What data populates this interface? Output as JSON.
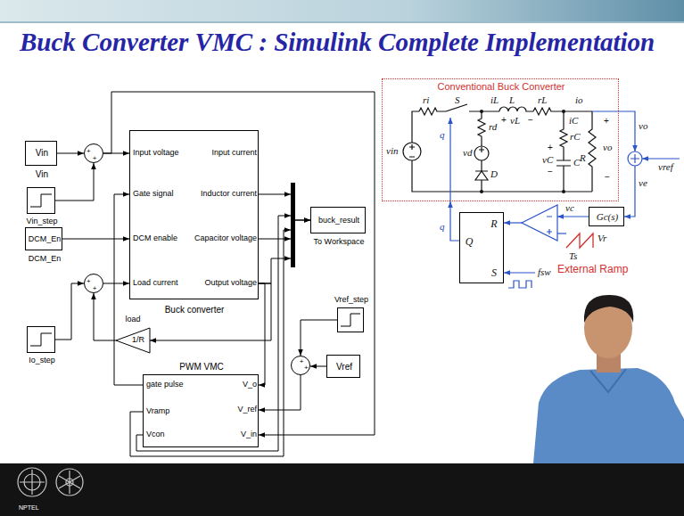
{
  "diagram": {
    "title": "Buck Converter VMC : Simulink Complete Implementation",
    "nodes": [
      {
        "text": [
          "Vin",
          "Vin"
        ]
      },
      {
        "text": [
          "+",
          "+"
        ]
      },
      {
        "text": [
          "Vin_step"
        ]
      },
      {
        "text": [
          "Input voltage",
          "Gate signal",
          "DCM enable",
          "Load current",
          "Input current",
          "Inductor current",
          "Capacitor voltage",
          "Output voltage",
          "Buck converter"
        ]
      },
      {
        "text": [
          "DCM_En",
          "DCM_En"
        ]
      },
      {
        "text": [
          "+",
          "+"
        ]
      },
      {
        "text": [
          "Io_step"
        ]
      },
      {
        "text": [
          "load",
          "1/R"
        ]
      },
      {
        "text": [
          "buck_result",
          "To Workspace"
        ]
      },
      {
        "text": [
          "Vref_step"
        ]
      },
      {
        "text": [
          "+",
          "+"
        ]
      },
      {
        "text": [
          "Vref"
        ]
      },
      {
        "text": [
          "PWM VMC",
          "gate pulse",
          "Vramp",
          "Vcon",
          "V_o",
          "V_ref",
          "V_in"
        ]
      },
      {
        "text": [
          "Conventional Buck Converter"
        ]
      },
      {
        "text": [
          "Gc(s)"
        ]
      },
      {
        "text": [
          "R",
          "Q",
          "S"
        ]
      }
    ],
    "edges": [
      {
        "from": 0,
        "to": 1,
        "arrow": "to"
      },
      {
        "from": 2,
        "to": 1,
        "arrow": "to"
      },
      {
        "from": 1,
        "to": 3,
        "arrow": "to"
      },
      {
        "from": 1,
        "to": 12,
        "arrow": "to"
      },
      {
        "from": 4,
        "to": 3,
        "arrow": "to"
      },
      {
        "from": 5,
        "to": 3,
        "arrow": "to"
      },
      {
        "from": 6,
        "to": 5,
        "arrow": "to"
      },
      {
        "from": 7,
        "to": 5,
        "arrow": "to"
      },
      {
        "from": 3,
        "to": 8,
        "arrow": "to"
      },
      {
        "from": 12,
        "to": 8,
        "arrow": "to"
      },
      {
        "from": 3,
        "to": 12,
        "arrow": "to"
      },
      {
        "from": 3,
        "to": 7,
        "arrow": "to"
      },
      {
        "from": 12,
        "to": 3,
        "arrow": "to"
      },
      {
        "from": 9,
        "to": 10,
        "arrow": "to"
      },
      {
        "from": 11,
        "to": 10,
        "arrow": "to"
      },
      {
        "from": 10,
        "to": 12,
        "arrow": "to"
      },
      {
        "from": 15,
        "to": 13,
        "label": "q",
        "arrow": "to"
      }
    ],
    "labels": [
      "ri",
      "S",
      "q",
      "iL",
      "L",
      "rL",
      "io",
      "+",
      "vL",
      "−",
      "rd",
      "vd",
      "D",
      "iC",
      "rC",
      "+",
      "vC",
      "−",
      "C",
      "R",
      "+",
      "vo",
      "−",
      "vin",
      "vo",
      "vref",
      "ve",
      "vc",
      "Ts",
      "Vr",
      "External Ramp",
      "fsw",
      "NPTEL"
    ]
  }
}
